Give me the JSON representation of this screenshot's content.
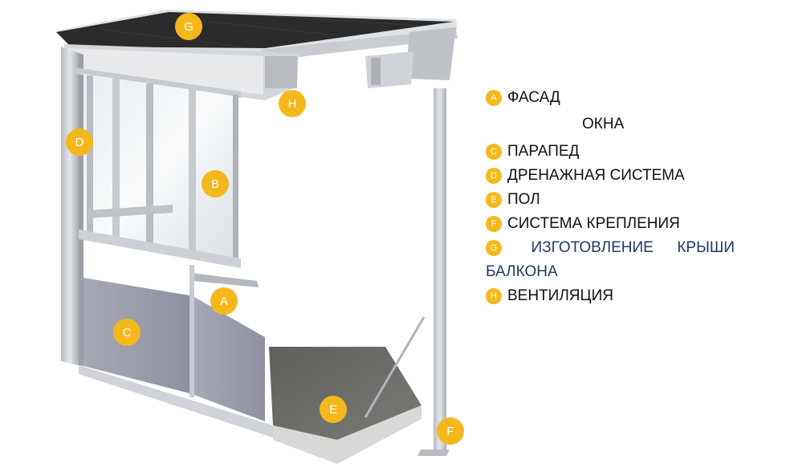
{
  "colors": {
    "marker": "#f5b81c",
    "frame": "#c9cdd2",
    "panel": "#9ea0ae",
    "roof": "#2a2a2a",
    "floor": "#6e6e6b",
    "legend_blue": "#1f3864"
  },
  "markers": {
    "a": "A",
    "b": "B",
    "c": "C",
    "d": "D",
    "e": "E",
    "f": "F",
    "g": "G",
    "h": "H"
  },
  "legend": {
    "a": {
      "letter": "A",
      "text": "ФАСАД"
    },
    "b": {
      "text": "ОКНА"
    },
    "c": {
      "letter": "C",
      "text": "ПАРАПЕД"
    },
    "d": {
      "letter": "D",
      "text": "ДРЕНАЖНАЯ СИСТЕМА"
    },
    "e": {
      "letter": "E",
      "text": "ПОЛ"
    },
    "f": {
      "letter": "F",
      "text": "СИСТЕМА КРЕПЛЕНИЯ"
    },
    "g": {
      "letter": "G",
      "word1": "ИЗГОТОВЛЕНИЕ",
      "word2": "КРЫШИ",
      "word3": "БАЛКОНА"
    },
    "h": {
      "letter": "H",
      "text": "ВЕНТИЛЯЦИЯ"
    }
  }
}
